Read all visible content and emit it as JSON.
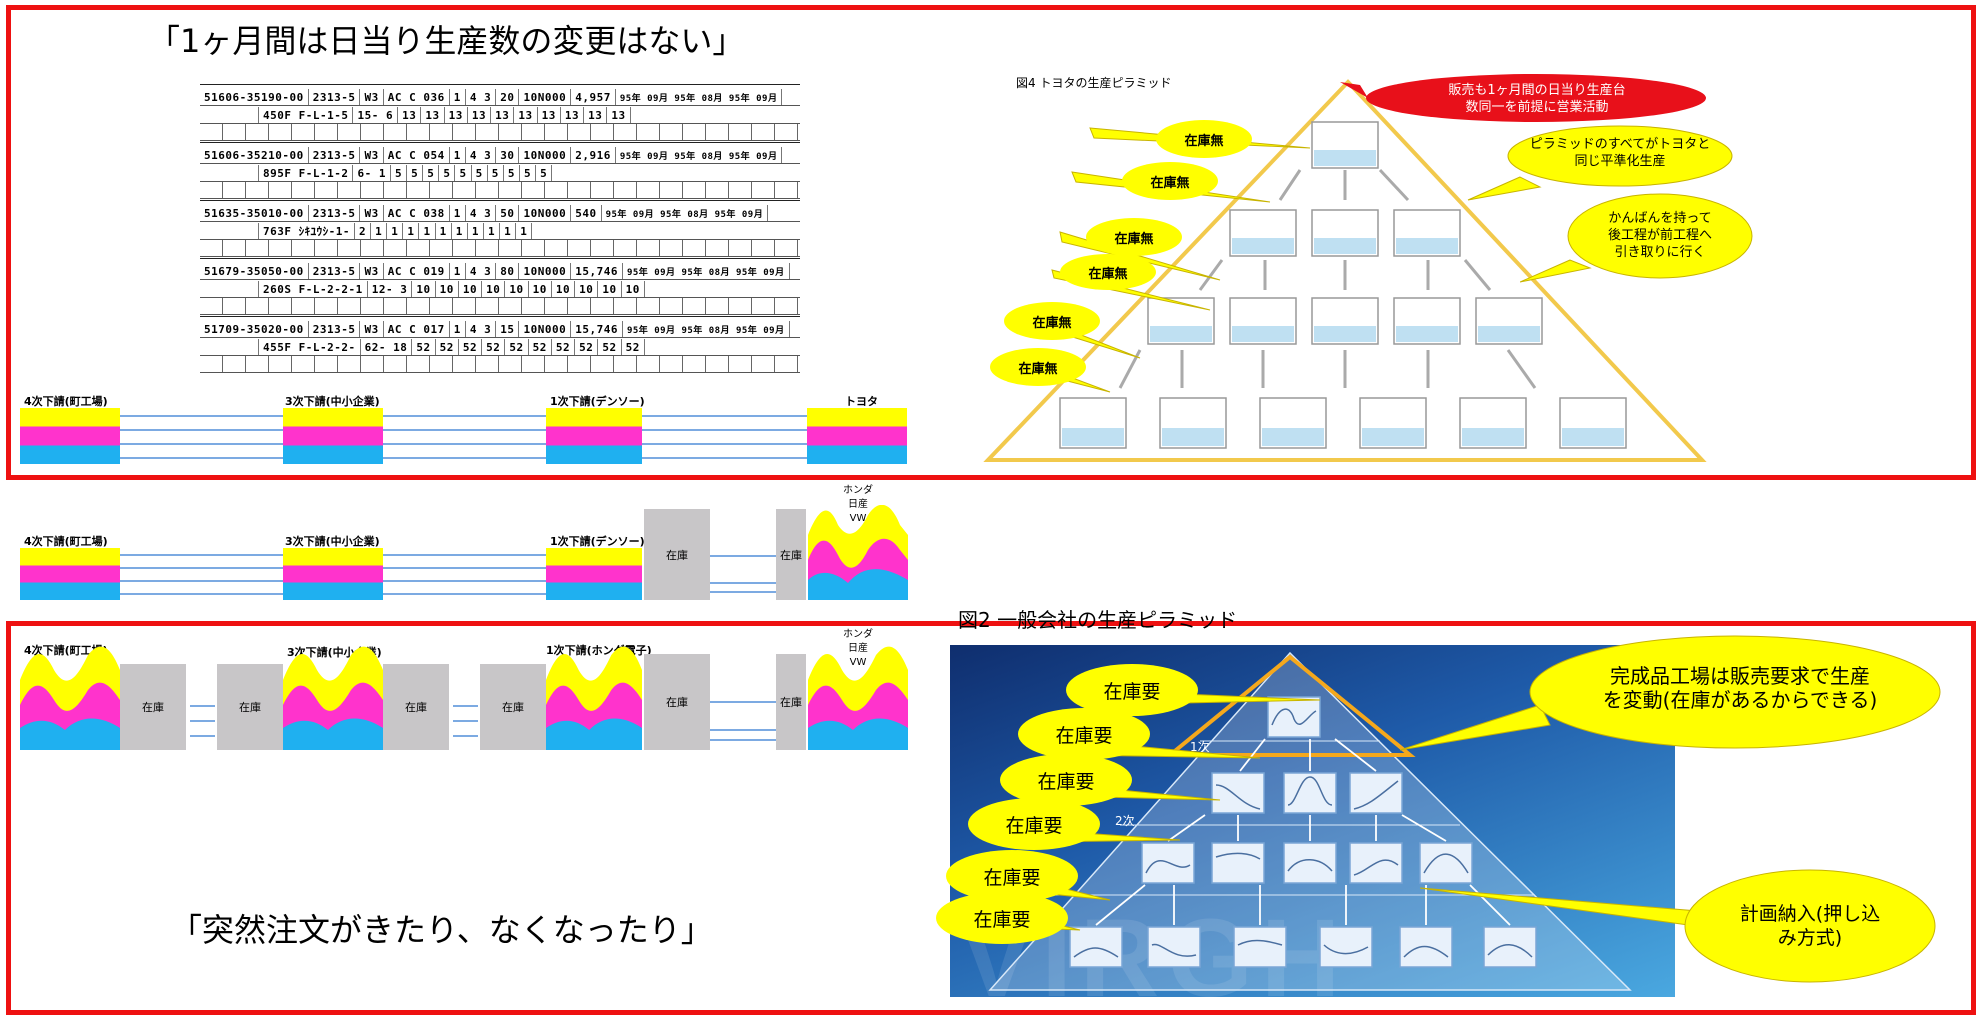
{
  "headline_top": "「1ヶ月間は日当り生産数の変更はない」",
  "headline_bottom": "「突然注文がきたり、なくなったり」",
  "fig4_title": "図4 トヨタの生産ピラミッド",
  "fig2_title": "図2 一般会社の生産ピラミッド",
  "kanban_forms": [
    {
      "part": "51606-35190-00",
      "code": "2313-5",
      "ws": "W3",
      "line": "AC C 036",
      "a": "1",
      "b": "4 3",
      "c": "20",
      "id": "10N000",
      "qty": "4,957",
      "name": "450F F-L-1-5",
      "min": "15- 6",
      "sched": [
        "13",
        "13",
        "13",
        "13",
        "13"
      ]
    },
    {
      "part": "51606-35210-00",
      "code": "2313-5",
      "ws": "W3",
      "line": "AC C 054",
      "a": "1",
      "b": "4 3",
      "c": "30",
      "id": "10N000",
      "qty": "2,916",
      "name": "895F F-L-1-2",
      "min": "6- 1",
      "sched": [
        "5",
        "5",
        "5",
        "5",
        "5"
      ]
    },
    {
      "part": "51635-35010-00",
      "code": "2313-5",
      "ws": "W3",
      "line": "AC C 038",
      "a": "1",
      "b": "4 3",
      "c": "50",
      "id": "10N000",
      "qty": "540",
      "name": "763F ｼｷﾕｳｼ-1-",
      "min": "2",
      "sched": [
        "1",
        "1",
        "1",
        "1",
        "1"
      ]
    },
    {
      "part": "51679-35050-00",
      "code": "2313-5",
      "ws": "W3",
      "line": "AC C 019",
      "a": "1",
      "b": "4 3",
      "c": "80",
      "id": "10N000",
      "qty": "15,746",
      "name": "260S F-L-2-2-1",
      "min": "12- 3",
      "sched": [
        "10",
        "10",
        "10",
        "10",
        "10"
      ]
    },
    {
      "part": "51709-35020-00",
      "code": "2313-5",
      "ws": "W3",
      "line": "AC C 017",
      "a": "1",
      "b": "4 3",
      "c": "15",
      "id": "10N000",
      "qty": "15,746",
      "name": "455F F-L-2-2-",
      "min": "62- 18",
      "sched": [
        "52",
        "52",
        "52",
        "52",
        "52"
      ]
    }
  ],
  "form_header": "95年 09月   95年 08月   95年 09月",
  "chain1": {
    "labels": [
      "4次下請(町工場)",
      "3次下請(中小企業)",
      "1次下請(デンソー)",
      "トヨタ"
    ]
  },
  "chain2": {
    "labels": [
      "4次下請(町工場)",
      "3次下請(中小企業)",
      "1次下請(デンソー)"
    ],
    "inventory": "在庫",
    "maker": [
      "ホンダ",
      "日産",
      "VW"
    ]
  },
  "chain3": {
    "labels": [
      "4次下請(町工場)",
      "3次下請(中小企業)",
      "1次下請(ホンダ電子)"
    ],
    "inventory": "在庫",
    "maker": [
      "ホンダ",
      "日産",
      "VW"
    ]
  },
  "toyota_pyramid": {
    "stock_none": "在庫無",
    "callout_sales": [
      "販売も1ヶ月間の日当り生産台",
      "数同一を前提に営業活動"
    ],
    "callout_all": [
      "ピラミッドのすべてがトヨタと",
      "同じ平準化生産"
    ],
    "callout_kanban": [
      "かんばんを持って",
      "後工程が前工程へ",
      "引き取りに行く"
    ],
    "colors": {
      "red": "#e8101a",
      "yellow": "#ffff00",
      "pyramid": "#f2c94c",
      "box": "#bfe0f2"
    }
  },
  "general_pyramid": {
    "stock_needed": "在庫要",
    "tier1": "1次",
    "tier2": "2次",
    "callout_finished": [
      "完成品工場は販売要求で生産",
      "を変動(在庫があるからできる)"
    ],
    "callout_plan": [
      "計画納入(押し込",
      "み方式)"
    ],
    "watermark": "VIRGH",
    "colors": {
      "bg_top": "#16357a",
      "bg_bottom": "#4aa8e0",
      "orange": "#f5a81c"
    }
  }
}
